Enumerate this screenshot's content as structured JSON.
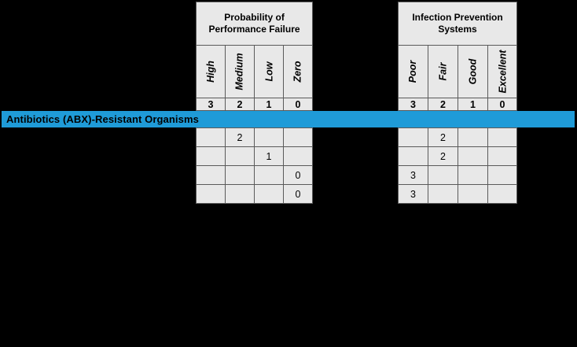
{
  "banner": {
    "label": "Antibiotics (ABX)-Resistant Organisms",
    "color": "#1f9bd8",
    "text_color": "#000000"
  },
  "colors": {
    "background": "#000000",
    "cell_fill": "#e8e8e8",
    "cell_border": "#5a5a5a",
    "accent": "#1f9bd8"
  },
  "tables": [
    {
      "id": "probability-of-performance-failure",
      "title": "Probability of\nPerformance Failure",
      "columns": [
        {
          "label": "High",
          "score": "3"
        },
        {
          "label": "Medium",
          "score": "2"
        },
        {
          "label": "Low",
          "score": "1"
        },
        {
          "label": "Zero",
          "score": "0"
        }
      ],
      "rows": [
        [
          "",
          "2",
          "",
          ""
        ],
        [
          "",
          "",
          "1",
          ""
        ],
        [
          "",
          "",
          "",
          "0"
        ],
        [
          "",
          "",
          "",
          "0"
        ]
      ]
    },
    {
      "id": "infection-prevention-systems",
      "title": "Infection Prevention\nSystems",
      "columns": [
        {
          "label": "Poor",
          "score": "3"
        },
        {
          "label": "Fair",
          "score": "2"
        },
        {
          "label": "Good",
          "score": "1"
        },
        {
          "label": "Excellent",
          "score": "0"
        }
      ],
      "rows": [
        [
          "",
          "2",
          "",
          ""
        ],
        [
          "",
          "2",
          "",
          ""
        ],
        [
          "3",
          "",
          "",
          ""
        ],
        [
          "3",
          "",
          "",
          ""
        ]
      ]
    }
  ]
}
